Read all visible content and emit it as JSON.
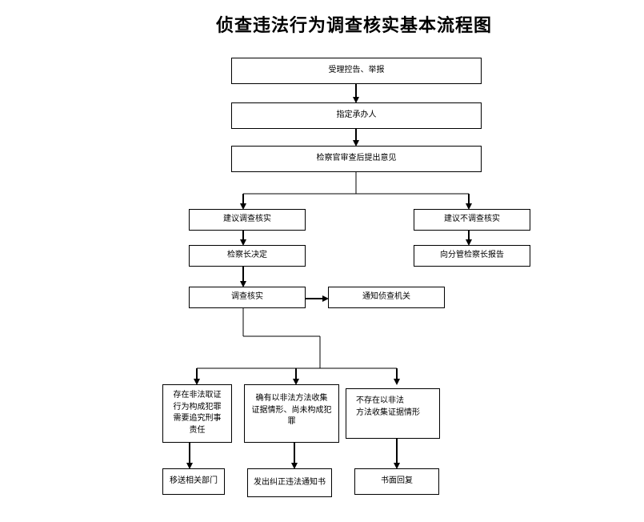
{
  "title": "侦查违法行为调查核实基本流程图",
  "nodes": {
    "receive": "受理控告、举报",
    "assign": "指定承办人",
    "review": "检察官审查后提出意见",
    "suggest_investigate": "建议调查核实",
    "suggest_not_investigate": "建议不调查核实",
    "chief_decision": "检察长决定",
    "report_chief": "向分管检察长报告",
    "investigate": "调查核实",
    "notify": "通知侦查机关",
    "crime": "存在非法取证\n行为构成犯罪\n需要追究刑事\n责任",
    "illegal_no_crime": "确有以非法方法收集\n证据情形、尚未构成犯\n罪",
    "no_illegal": "不存在以非法\n方法收集证据情形",
    "transfer": "移送相关部门",
    "correction": "发出纠正违法通知书",
    "reply": "书面回复"
  }
}
